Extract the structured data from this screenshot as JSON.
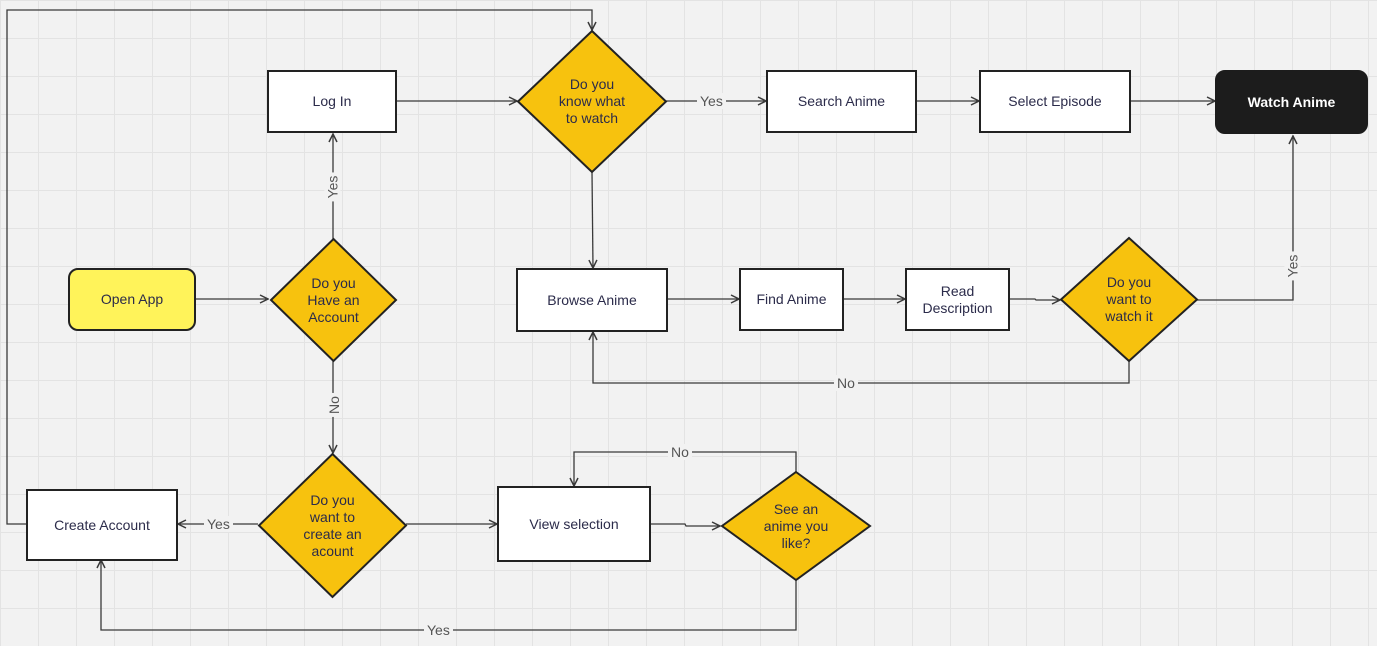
{
  "colors": {
    "decision_fill": "#f7c20e",
    "decision_stroke": "#222222",
    "start_fill": "#fff35a",
    "end_fill": "#1c1c1c",
    "edge": "#3a3a3a"
  },
  "nodes": {
    "open_app": "Open App",
    "log_in": "Log In",
    "have_account": "Do you\nHave an\nAccount",
    "know_what": "Do you\nknow what\nto watch",
    "search_anime": "Search Anime",
    "select_episode": "Select Episode",
    "watch_anime": "Watch Anime",
    "browse_anime": "Browse Anime",
    "find_anime": "Find Anime",
    "read_description": "Read\nDescription",
    "want_watch": "Do you\nwant to\nwatch it",
    "create_account_q": "Do you\nwant to\ncreate an\nacount",
    "create_account": "Create Account",
    "view_selection": "View selection",
    "see_anime": "See an\nanime you\nlike?"
  },
  "edge_labels": {
    "yes_know_search": "Yes",
    "yes_have_login": "Yes",
    "no_have_create": "No",
    "yes_want_watch": "Yes",
    "no_want_browse": "No",
    "no_see_view": "No",
    "yes_create": "Yes",
    "yes_see_create": "Yes"
  }
}
